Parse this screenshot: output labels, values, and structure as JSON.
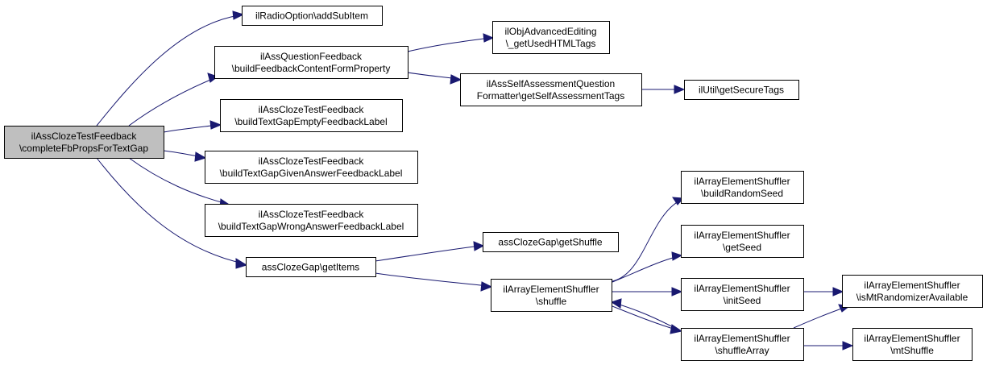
{
  "diagram": {
    "colors": {
      "edge": "#191970",
      "root_fill": "#bfbfbf",
      "node_fill": "#ffffff",
      "border": "#000000"
    },
    "nodes": [
      {
        "id": "root",
        "lines": [
          "ilAssClozeTestFeedback",
          "\\completeFbPropsForTextGap"
        ],
        "root": true
      },
      {
        "id": "radio",
        "lines": [
          "ilRadioOption\\addSubItem"
        ]
      },
      {
        "id": "buildFeedback",
        "lines": [
          "ilAssQuestionFeedback",
          "\\buildFeedbackContentFormProperty"
        ]
      },
      {
        "id": "empty",
        "lines": [
          "ilAssClozeTestFeedback",
          "\\buildTextGapEmptyFeedbackLabel"
        ]
      },
      {
        "id": "given",
        "lines": [
          "ilAssClozeTestFeedback",
          "\\buildTextGapGivenAnswerFeedbackLabel"
        ]
      },
      {
        "id": "wrong",
        "lines": [
          "ilAssClozeTestFeedback",
          "\\buildTextGapWrongAnswerFeedbackLabel"
        ]
      },
      {
        "id": "getItems",
        "lines": [
          "assClozeGap\\getItems"
        ]
      },
      {
        "id": "objAdv",
        "lines": [
          "ilObjAdvancedEditing",
          "\\_getUsedHTMLTags"
        ]
      },
      {
        "id": "selfAssess",
        "lines": [
          "ilAssSelfAssessmentQuestion",
          "Formatter\\getSelfAssessmentTags"
        ]
      },
      {
        "id": "secure",
        "lines": [
          "ilUtil\\getSecureTags"
        ]
      },
      {
        "id": "getShuffle",
        "lines": [
          "assClozeGap\\getShuffle"
        ]
      },
      {
        "id": "shuffle",
        "lines": [
          "ilArrayElementShuffler",
          "\\shuffle"
        ]
      },
      {
        "id": "buildSeed",
        "lines": [
          "ilArrayElementShuffler",
          "\\buildRandomSeed"
        ]
      },
      {
        "id": "getSeed",
        "lines": [
          "ilArrayElementShuffler",
          "\\getSeed"
        ]
      },
      {
        "id": "initSeed",
        "lines": [
          "ilArrayElementShuffler",
          "\\initSeed"
        ]
      },
      {
        "id": "shuffleArray",
        "lines": [
          "ilArrayElementShuffler",
          "\\shuffleArray"
        ]
      },
      {
        "id": "isMt",
        "lines": [
          "ilArrayElementShuffler",
          "\\isMtRandomizerAvailable"
        ]
      },
      {
        "id": "mtShuffle",
        "lines": [
          "ilArrayElementShuffler",
          "\\mtShuffle"
        ]
      }
    ],
    "edges": [
      {
        "from": "root",
        "to": "radio"
      },
      {
        "from": "root",
        "to": "buildFeedback"
      },
      {
        "from": "root",
        "to": "empty"
      },
      {
        "from": "root",
        "to": "given"
      },
      {
        "from": "root",
        "to": "wrong"
      },
      {
        "from": "root",
        "to": "getItems"
      },
      {
        "from": "buildFeedback",
        "to": "objAdv"
      },
      {
        "from": "buildFeedback",
        "to": "selfAssess"
      },
      {
        "from": "selfAssess",
        "to": "secure"
      },
      {
        "from": "getItems",
        "to": "getShuffle"
      },
      {
        "from": "getItems",
        "to": "shuffle"
      },
      {
        "from": "shuffle",
        "to": "buildSeed"
      },
      {
        "from": "shuffle",
        "to": "getSeed"
      },
      {
        "from": "shuffle",
        "to": "initSeed"
      },
      {
        "from": "shuffle",
        "to": "shuffleArray"
      },
      {
        "from": "shuffleArray",
        "to": "shuffle"
      },
      {
        "from": "initSeed",
        "to": "isMt"
      },
      {
        "from": "shuffleArray",
        "to": "isMt"
      },
      {
        "from": "shuffleArray",
        "to": "mtShuffle"
      }
    ]
  }
}
